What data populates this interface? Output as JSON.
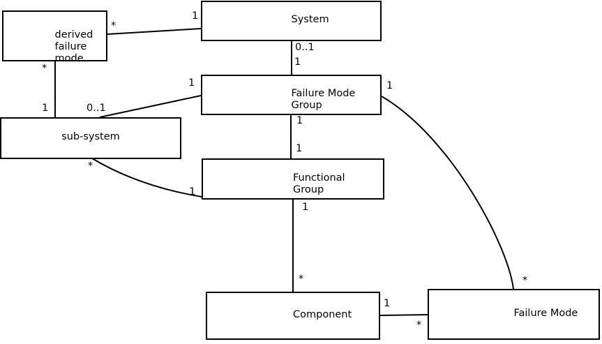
{
  "colors": {
    "stroke": "#000000",
    "background": "#ffffff",
    "text": "#000000"
  },
  "boxes": {
    "derived_failure_mode": {
      "label": "derived\nfailure\nmode"
    },
    "system": {
      "label": "System"
    },
    "failure_mode_group": {
      "label": "Failure Mode\nGroup"
    },
    "sub_system": {
      "label": "sub-system"
    },
    "functional_group": {
      "label": "Functional\nGroup"
    },
    "component": {
      "label": "Component"
    },
    "failure_mode": {
      "label": "Failure Mode"
    }
  },
  "multiplicities": [
    {
      "text": "*"
    },
    {
      "text": "1"
    },
    {
      "text": "*"
    },
    {
      "text": "1"
    },
    {
      "text": "0..1"
    },
    {
      "text": "1"
    },
    {
      "text": "0..1"
    },
    {
      "text": "1"
    },
    {
      "text": "1"
    },
    {
      "text": "1"
    },
    {
      "text": "1"
    },
    {
      "text": "*"
    },
    {
      "text": "1"
    },
    {
      "text": "1"
    },
    {
      "text": "*"
    },
    {
      "text": "*"
    },
    {
      "text": "1"
    },
    {
      "text": "*"
    }
  ]
}
